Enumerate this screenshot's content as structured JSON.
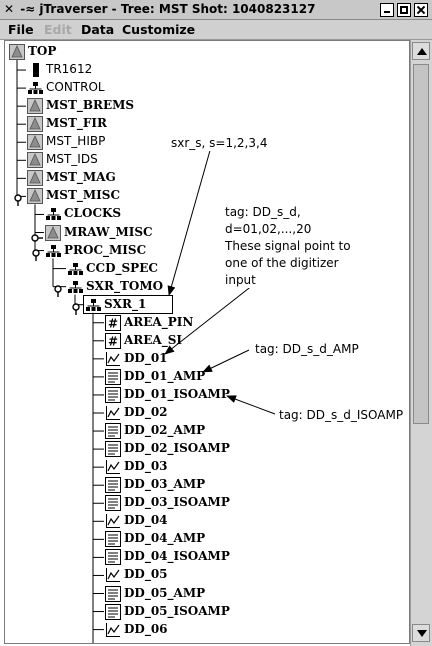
{
  "window": {
    "title_prefix": "-≈",
    "title": "jTraverser - Tree: MST Shot: 1040823127"
  },
  "menu": [
    "File",
    "Edit",
    "Data",
    "Customize"
  ],
  "tree": [
    {
      "label": "TOP",
      "icon": "tree-top-icon"
    },
    {
      "label": "TR1612",
      "icon": "device-icon"
    },
    {
      "label": "CONTROL",
      "icon": "structure-icon"
    },
    {
      "label": "MST_BREMS",
      "icon": "subtree-icon"
    },
    {
      "label": "MST_FIR",
      "icon": "subtree-icon"
    },
    {
      "label": "MST_HIBP",
      "icon": "subtree-icon"
    },
    {
      "label": "MST_IDS",
      "icon": "subtree-icon"
    },
    {
      "label": "MST_MAG",
      "icon": "subtree-icon"
    },
    {
      "label": "MST_MISC",
      "icon": "subtree-icon"
    },
    {
      "label": "CLOCKS",
      "icon": "structure-icon"
    },
    {
      "label": "MRAW_MISC",
      "icon": "subtree-icon"
    },
    {
      "label": "PROC_MISC",
      "icon": "structure-icon"
    },
    {
      "label": "CCD_SPEC",
      "icon": "structure-icon"
    },
    {
      "label": "SXR_TOMO",
      "icon": "structure-icon"
    },
    {
      "label": "SXR_1",
      "icon": "structure-icon"
    },
    {
      "label": "AREA_PIN",
      "icon": "numeric-icon"
    },
    {
      "label": "AREA_SI",
      "icon": "numeric-icon"
    },
    {
      "label": "DD_01",
      "icon": "signal-icon"
    },
    {
      "label": "DD_01_AMP",
      "icon": "text-icon"
    },
    {
      "label": "DD_01_ISOAMP",
      "icon": "text-icon"
    },
    {
      "label": "DD_02",
      "icon": "signal-icon"
    },
    {
      "label": "DD_02_AMP",
      "icon": "text-icon"
    },
    {
      "label": "DD_02_ISOAMP",
      "icon": "text-icon"
    },
    {
      "label": "DD_03",
      "icon": "signal-icon"
    },
    {
      "label": "DD_03_AMP",
      "icon": "text-icon"
    },
    {
      "label": "DD_03_ISOAMP",
      "icon": "text-icon"
    },
    {
      "label": "DD_04",
      "icon": "signal-icon"
    },
    {
      "label": "DD_04_AMP",
      "icon": "text-icon"
    },
    {
      "label": "DD_04_ISOAMP",
      "icon": "text-icon"
    },
    {
      "label": "DD_05",
      "icon": "signal-icon"
    },
    {
      "label": "DD_05_AMP",
      "icon": "text-icon"
    },
    {
      "label": "DD_05_ISOAMP",
      "icon": "text-icon"
    },
    {
      "label": "DD_06",
      "icon": "signal-icon"
    }
  ],
  "annotations": {
    "sxr": "sxr_s, s=1,2,3,4",
    "tag_line1": "tag: DD_s_d,",
    "tag_line2": "d=01,02,...,20",
    "tag_line3": "These signal point to",
    "tag_line4": "one of the digitizer",
    "tag_line5": "input",
    "amp": "tag: DD_s_d_AMP",
    "isoamp": "tag: DD_s_d_ISOAMP"
  }
}
